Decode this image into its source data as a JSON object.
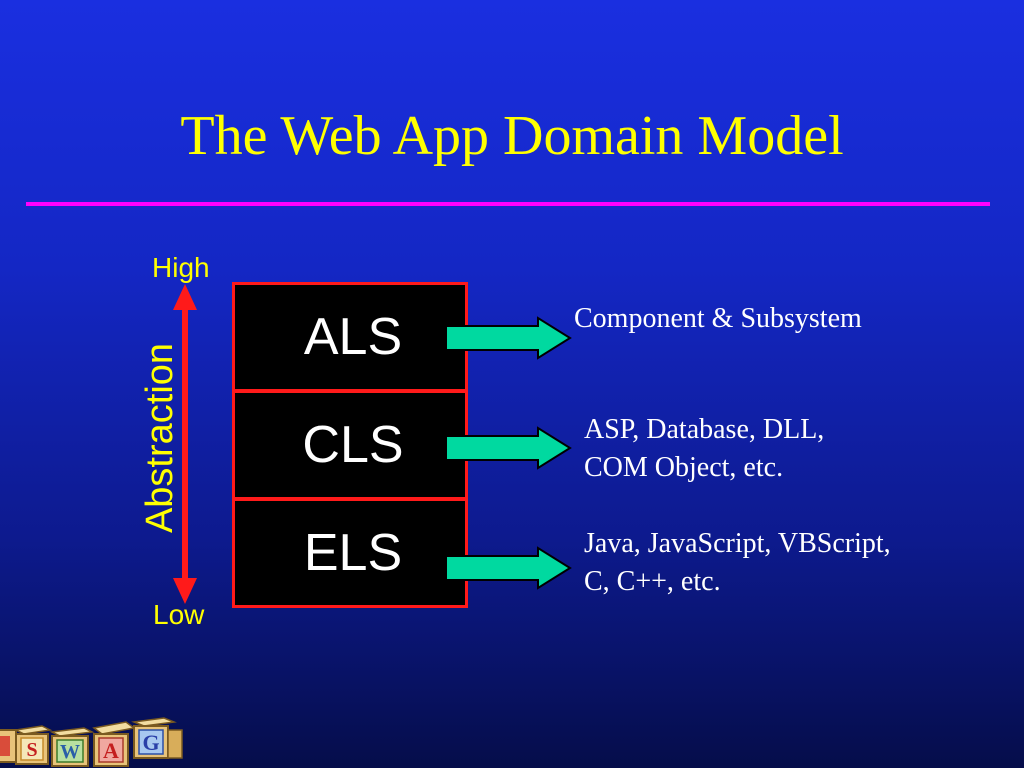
{
  "slide": {
    "title": "The Web App Domain Model"
  },
  "axis": {
    "high_label": "High",
    "low_label": "Low",
    "title": "Abstraction"
  },
  "layers": [
    {
      "label": "ALS",
      "description": [
        "Component & Subsystem"
      ]
    },
    {
      "label": "CLS",
      "description": [
        "ASP, Database, DLL,",
        "COM Object, etc."
      ]
    },
    {
      "label": "ELS",
      "description": [
        "Java, JavaScript, VBScript,",
        "C, C++, etc."
      ]
    }
  ],
  "logo": {
    "letters": [
      "S",
      "W",
      "A",
      "G"
    ]
  },
  "colors": {
    "background": "#1427c4",
    "title": "#ffff00",
    "divider": "#ff00ff",
    "box_border": "#ff1a1a",
    "arrow": "#00d9a0",
    "axis_arrow": "#ff1a1a",
    "text": "#ffffff"
  }
}
